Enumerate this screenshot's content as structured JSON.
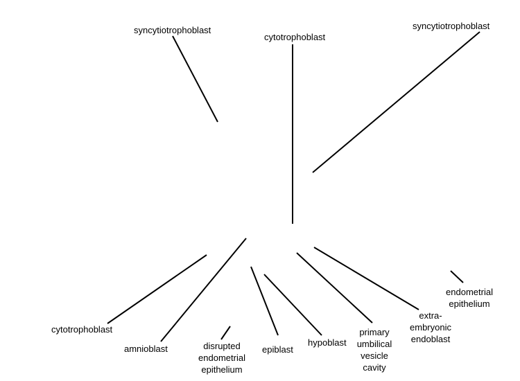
{
  "colors": {
    "background": "#ffffff",
    "line": "#000000",
    "text": "#000000"
  },
  "labels": {
    "syncytiotrophoblast_top_left": "syncytiotrophoblast",
    "cytotrophoblast_top": "cytotrophoblast",
    "syncytiotrophoblast_top_right": "syncytiotrophoblast",
    "cytotrophoblast_bottom": "cytotrophoblast",
    "amnioblast": "amnioblast",
    "disrupted_endometrial_epithelium": "disrupted\nendometrial\nepithelium",
    "epiblast": "epiblast",
    "hypoblast": "hypoblast",
    "primary_umbilical_vesicle_cavity": "primary\numbilical\nvesicle\ncavity",
    "extraembryonic_endoblast": "extra-\nembryonic\nendoblast",
    "endometrial_epithelium": "endometrial\nepithelium"
  }
}
